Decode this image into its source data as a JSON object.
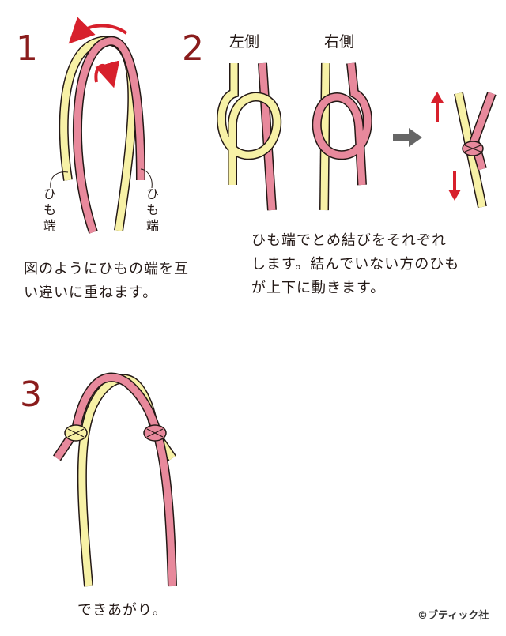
{
  "steps": [
    {
      "number": "1",
      "text": "図のようにひもの端を互\nい違いに重ねます。"
    },
    {
      "number": "2",
      "text": "ひも端でとめ結びをそれぞれ\nします。結んでいない方のひも\nが上下に動きます。"
    },
    {
      "number": "3",
      "text": "できあがり。"
    }
  ],
  "labels": {
    "left_side": "左側",
    "right_side": "右側",
    "end_left": [
      "ひ",
      "も",
      "端"
    ],
    "end_right": [
      "ひ",
      "も",
      "端"
    ]
  },
  "copyright": "©ブティック社",
  "colors": {
    "cord_pink": "#e8899c",
    "cord_yellow": "#f7f1a6",
    "outline": "#231815",
    "arrow_red": "#d7202c",
    "arrow_gray": "#666666",
    "step_number": "#8a1c1c"
  }
}
